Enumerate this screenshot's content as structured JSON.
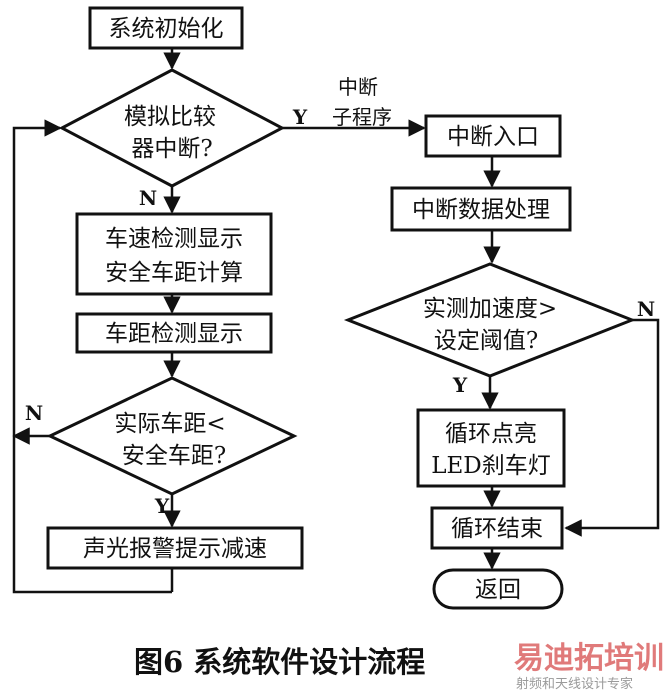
{
  "nodes": {
    "init": "系统初始化",
    "cmp_l1": "模拟比较",
    "cmp_l2": "器中断?",
    "speed_l1": "车速检测显示",
    "speed_l2": "安全车距计算",
    "dist": "车距检测显示",
    "cmp2_l1": "实际车距<",
    "cmp2_l2": "安全车距?",
    "alarm": "声光报警提示减速",
    "isr_entry": "中断入口",
    "isr_proc": "中断数据处理",
    "acc_l1": "实测加速度>",
    "acc_l2": "设定阈值?",
    "brake_l1": "循环点亮",
    "brake_l2": "LED刹车灯",
    "loop_end": "循环结束",
    "ret": "返回"
  },
  "labels": {
    "y1": "Y",
    "isr_l1": "中断",
    "isr_l2": "子程序",
    "n1": "N",
    "n2": "N",
    "y2": "Y",
    "n3": "N",
    "y3": "Y"
  },
  "caption": "图6  系统软件设计流程",
  "watermark": {
    "logo": "易迪拓培训",
    "tagline": "射频和天线设计专家"
  }
}
